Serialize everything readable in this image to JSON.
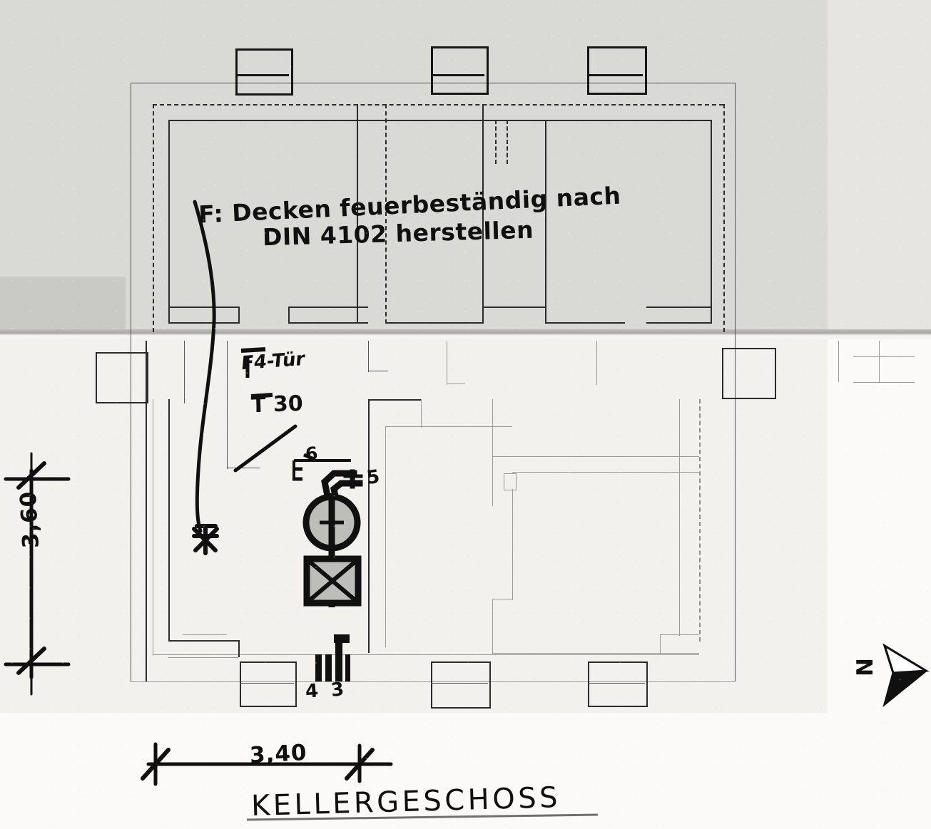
{
  "document": {
    "type": "architectural-floor-plan",
    "title": "KELLERGESCHOSS",
    "language": "de",
    "medium": "photocopied hand-drawn blueprint"
  },
  "annotations": {
    "fire_note_line1": "F: Decken feuerbeständig nach",
    "fire_note_line2": "DIN 4102 herstellen",
    "fire_door_label": "F4-Tür",
    "fire_rating_label": "T 30"
  },
  "equipment_callouts": [
    {
      "id": "5",
      "label": "5",
      "what": "flue-connector-pipe"
    },
    {
      "id": "6",
      "label": "6",
      "what": "combustion-air-duct"
    },
    {
      "id": "4",
      "label": "4",
      "what": "chimney-flue-left"
    },
    {
      "id": "3",
      "label": "3",
      "what": "chimney-flue-right"
    }
  ],
  "dimensions": {
    "horizontal": {
      "value": "3,40",
      "unit": "m",
      "axis": "width"
    },
    "vertical": {
      "value": "3,60",
      "unit": "m",
      "axis": "height"
    }
  },
  "compass": {
    "letter": "N",
    "direction": "east-pointing-arrow"
  },
  "colors": {
    "ink": "#161616",
    "ink_light": "#9a9a96",
    "paper_upper": "#d9d9d6",
    "paper_lower": "#f2f1ee",
    "paper_patch": "#c9c9c6"
  }
}
